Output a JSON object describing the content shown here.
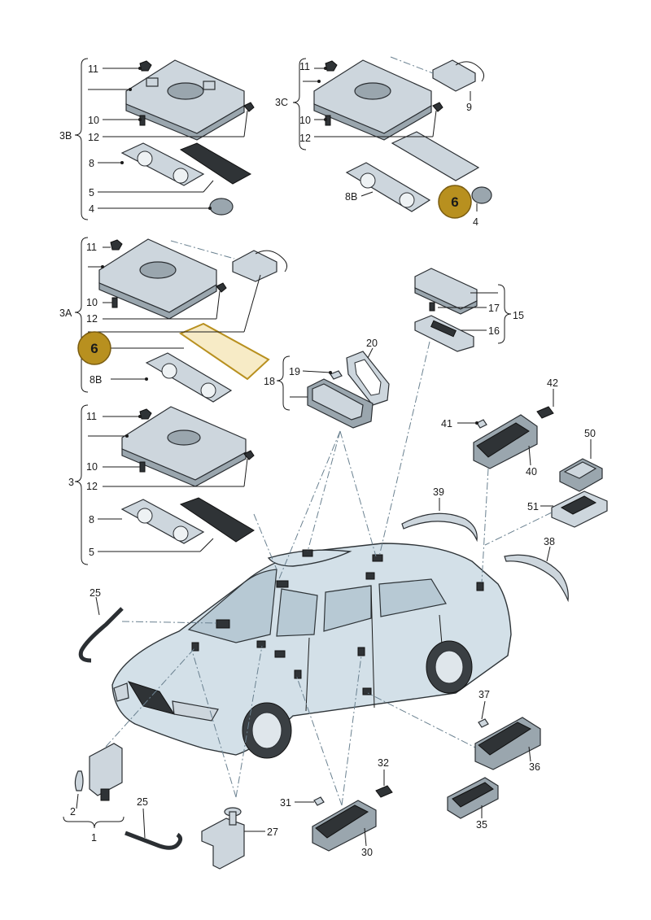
{
  "callouts": {
    "n11": "11",
    "n10": "10",
    "n12": "12",
    "n8": "8",
    "n5": "5",
    "n4": "4",
    "n3B": "3B",
    "n3C": "3C",
    "n9": "9",
    "n8B": "8B",
    "n6": "6",
    "n3A": "3A",
    "n3": "3",
    "n18": "18",
    "n19": "19",
    "n20": "20",
    "n15": "15",
    "n16": "16",
    "n17": "17",
    "n42": "42",
    "n41": "41",
    "n40": "40",
    "n50": "50",
    "n51": "51",
    "n39": "39",
    "n38": "38",
    "n25": "25",
    "n2": "2",
    "n1": "1",
    "n27": "27",
    "n37": "37",
    "n36": "36",
    "n32": "32",
    "n31": "31",
    "n30": "30",
    "n35": "35"
  },
  "colors": {
    "highlight_fill": "#b8901f",
    "highlight_stroke": "#7a5c10",
    "highlight_part": "#f7ebc6",
    "part": "#cdd6dd",
    "car_body": "#d3e0e8",
    "line": "#1a1a1a"
  }
}
